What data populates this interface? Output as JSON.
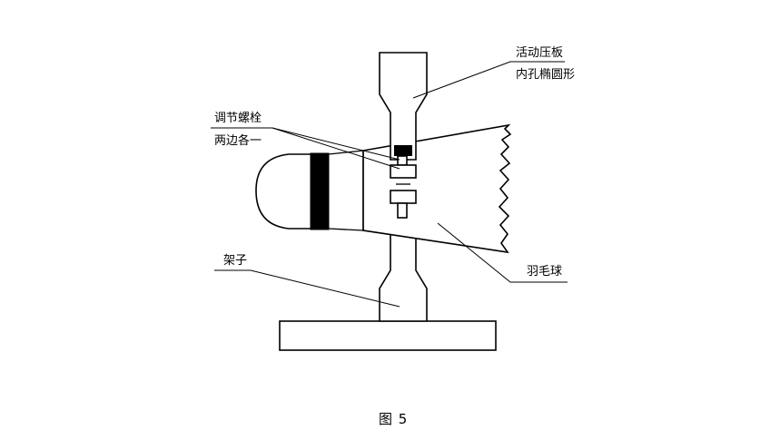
{
  "labels": {
    "pressure_plate": "活动压板",
    "elliptical_hole": "内孔椭圆形",
    "adjust_bolt": "调节螺栓",
    "both_sides_one": "两边各一",
    "shuttlecock": "羽毛球",
    "stand": "架子"
  },
  "caption": "图 5",
  "colors": {
    "stroke": "#000000",
    "fill_dark": "#000000",
    "background": "#ffffff"
  }
}
